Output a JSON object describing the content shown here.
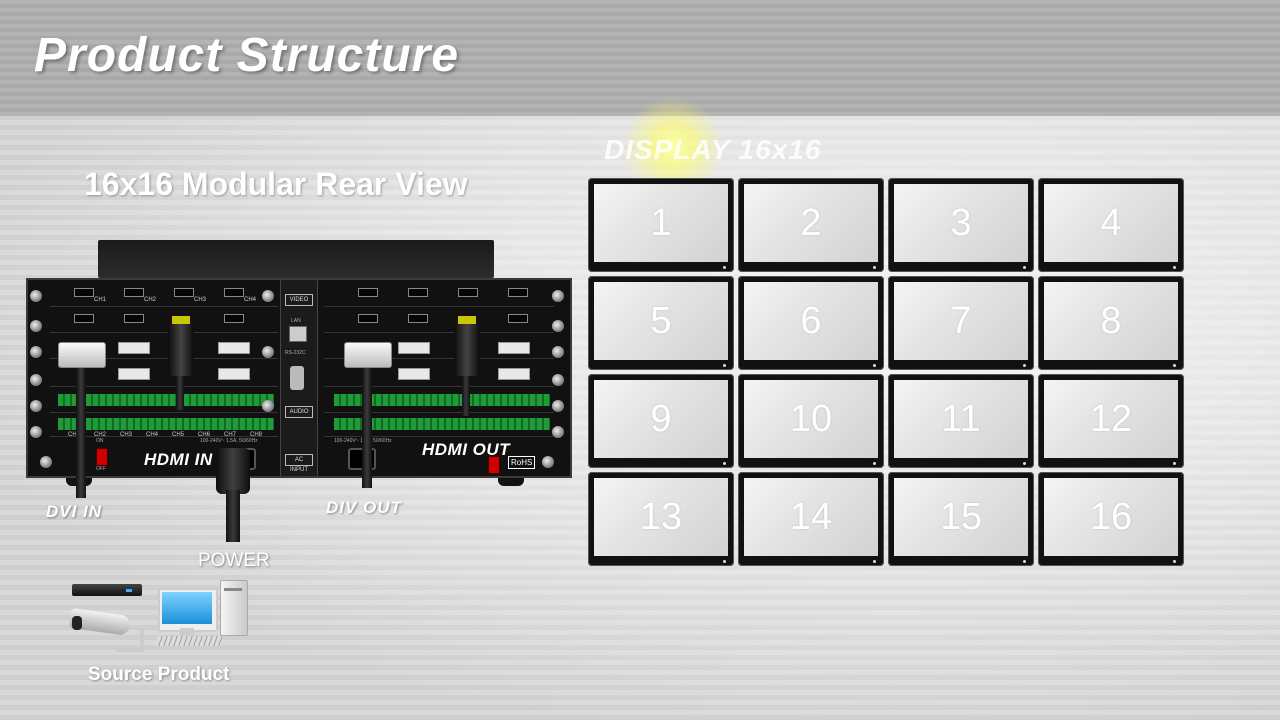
{
  "header": {
    "title": "Product Structure"
  },
  "rear_view": {
    "title": "16x16 Modular Rear View",
    "labels": {
      "hdmi_in": "HDMI IN",
      "hdmi_out": "HDMI OUT",
      "video": "VIDEO",
      "lan": "LAN",
      "rs232": "RS-232C",
      "audio": "AUDIO",
      "ac_input": "AC INPUT",
      "on": "ON",
      "off": "OFF",
      "rohs": "RoHS",
      "power_rating": "100-240V~ 1.5A, 50/60Hz",
      "power_rating_right": "100-240V~ 1.5A, 50/60Hz"
    },
    "channels": [
      "CH1",
      "CH2",
      "CH3",
      "CH4"
    ],
    "audio_channels": [
      "CH1",
      "CH2",
      "CH3",
      "CH4",
      "CH5",
      "CH6",
      "CH7",
      "CH8"
    ]
  },
  "cables": {
    "dvi_in": "DVI IN",
    "div_out": "DIV OUT",
    "power": "POWER"
  },
  "source": {
    "label": "Source Product"
  },
  "display": {
    "title": "DISPLAY 16x16",
    "panels": [
      "1",
      "2",
      "3",
      "4",
      "5",
      "6",
      "7",
      "8",
      "9",
      "10",
      "11",
      "12",
      "13",
      "14",
      "15",
      "16"
    ]
  },
  "colors": {
    "terminal_green": "#1f9b3a",
    "switch_red": "#cc0000",
    "hdmi_tip_yellow": "#c8c800"
  }
}
